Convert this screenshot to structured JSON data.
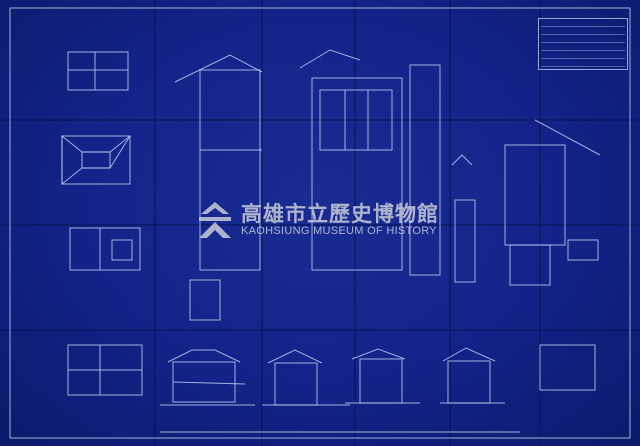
{
  "image": {
    "subject": "blueprint",
    "colors": {
      "background": "#13238a",
      "lines": "#c9d3f5",
      "watermark": "#c8ccd8"
    }
  },
  "watermark": {
    "icon": "museum-logo-icon",
    "name_cn": "高雄市立歷史博物館",
    "name_en": "KAOHSIUNG MUSEUM OF HISTORY"
  }
}
